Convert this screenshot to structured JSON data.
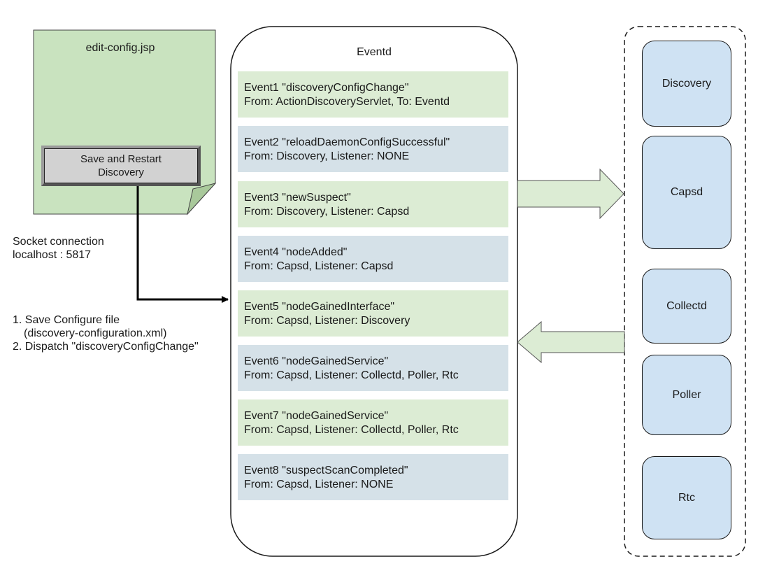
{
  "config_page": {
    "title": "edit-config.jsp",
    "button_line1": "Save and Restart",
    "button_line2": "Discovery"
  },
  "socket_note": {
    "line1": "Socket connection",
    "line2": "localhost : 5817"
  },
  "steps_note": {
    "line1": "1. Save Configure file",
    "line2": "(discovery-configuration.xml)",
    "line3": "2. Dispatch \"discoveryConfigChange\""
  },
  "eventd": {
    "title": "Eventd",
    "events": [
      {
        "line1": "Event1 \"discoveryConfigChange\"",
        "line2": "From: ActionDiscoveryServlet, To: Eventd"
      },
      {
        "line1": "Event2 \"reloadDaemonConfigSuccessful\"",
        "line2": "From: Discovery, Listener: NONE"
      },
      {
        "line1": "Event3 \"newSuspect\"",
        "line2": "From: Discovery, Listener: Capsd"
      },
      {
        "line1": "Event4 \"nodeAdded\"",
        "line2": "From: Capsd, Listener: Capsd"
      },
      {
        "line1": "Event5 \"nodeGainedInterface\"",
        "line2": "From: Capsd, Listener: Discovery"
      },
      {
        "line1": "Event6 \"nodeGainedService\"",
        "line2": "From: Capsd, Listener: Collectd, Poller, Rtc"
      },
      {
        "line1": "Event7 \"nodeGainedService\"",
        "line2": "From: Capsd, Listener: Collectd, Poller, Rtc"
      },
      {
        "line1": "Event8 \"suspectScanCompleted\"",
        "line2": "From: Capsd, Listener: NONE"
      }
    ]
  },
  "daemons": [
    "Discovery",
    "Capsd",
    "Collectd",
    "Poller",
    "Rtc"
  ],
  "colors": {
    "jsp_page": "#c9e3bf",
    "event_green": "#dcecd4",
    "event_blue": "#d5e1e8",
    "daemon_fill": "#cfe2f3",
    "arrow_fill": "#dcecd4"
  }
}
